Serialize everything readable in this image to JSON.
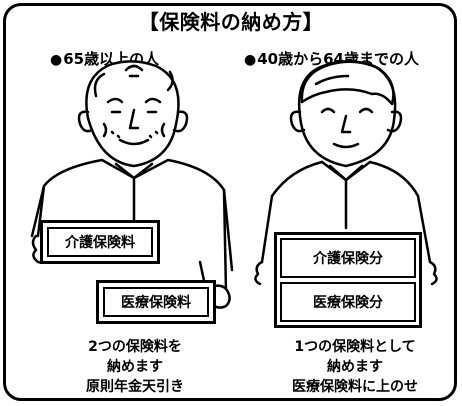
{
  "title": "【保険料の納め方】",
  "left": {
    "heading_bullet": "●",
    "heading": "65歳以上の人",
    "cards": [
      "介護保険料",
      "医療保険料"
    ],
    "caption_line1": "2つの保険料を",
    "caption_line2": "納めます",
    "caption_line3": "原則年金天引き"
  },
  "right": {
    "heading_bullet": "●",
    "heading": "40歳から64歳までの人",
    "cards": [
      "介護保険分",
      "医療保険分"
    ],
    "caption_line1": "1つの保険料として",
    "caption_line2": "納めます",
    "caption_line3": "医療保険料に上のせ"
  }
}
